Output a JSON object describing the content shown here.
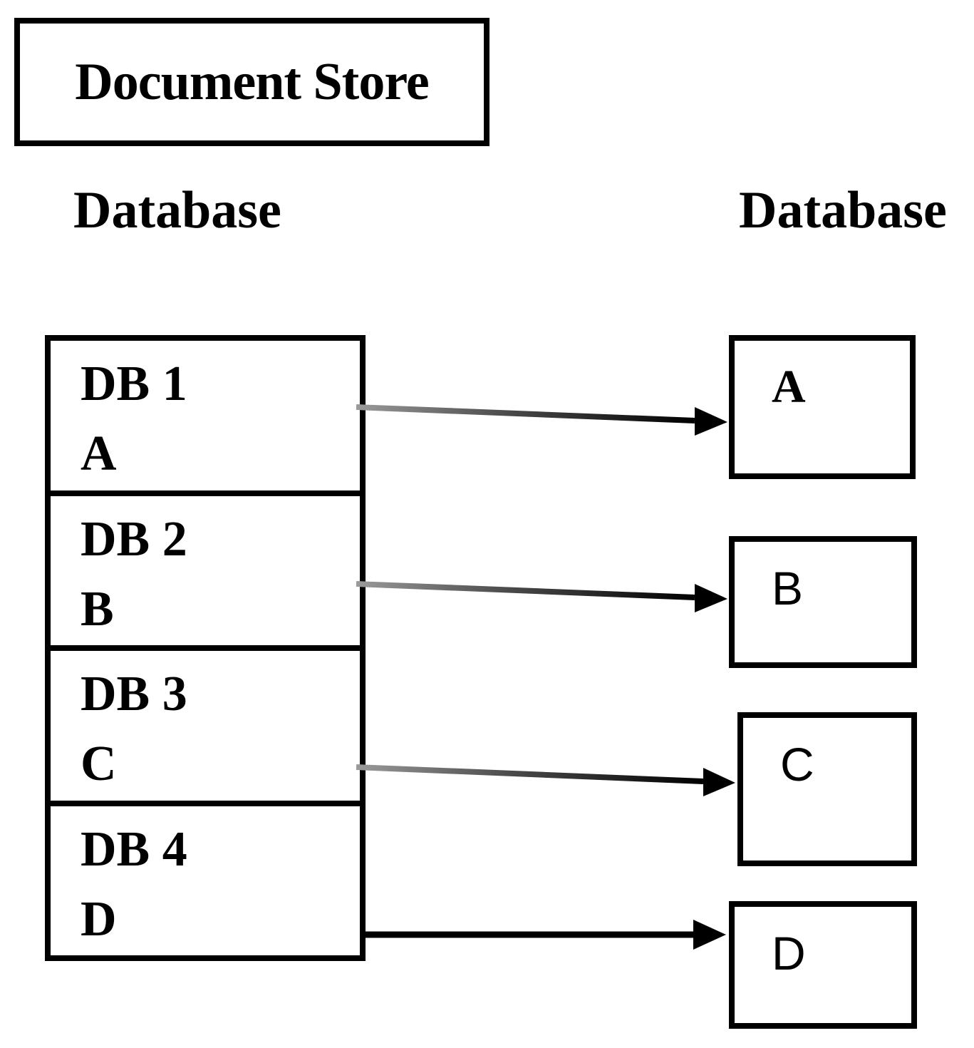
{
  "diagram": {
    "document_store": {
      "title": "Document Store",
      "left_column_header": "Database",
      "right_column_header": "Database",
      "rows": [
        {
          "name": "DB 1",
          "document": "A"
        },
        {
          "name": "DB 2",
          "document": "B"
        },
        {
          "name": "DB 3",
          "document": "C"
        },
        {
          "name": "DB 4",
          "document": "D"
        }
      ]
    },
    "target_databases": [
      {
        "letter": "A"
      },
      {
        "letter": "B"
      },
      {
        "letter": "C"
      },
      {
        "letter": "D"
      }
    ],
    "connections": [
      {
        "from": "DB 1",
        "to": "A"
      },
      {
        "from": "DB 2",
        "to": "B"
      },
      {
        "from": "DB 3",
        "to": "C"
      },
      {
        "from": "DB 4",
        "to": "D"
      }
    ],
    "colors": {
      "background": "#ffffff",
      "border": "#000000",
      "text": "#000000",
      "arrow_tail": "#9a9a9a",
      "arrow_head": "#000000"
    }
  }
}
